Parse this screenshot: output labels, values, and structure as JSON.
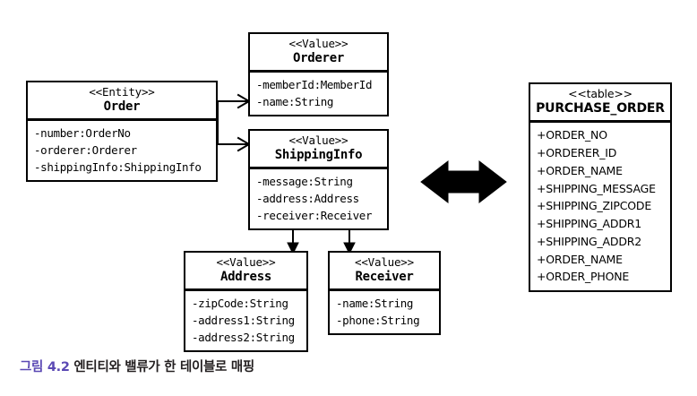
{
  "figure": {
    "caption_number": "그림 4.2",
    "caption_text": "엔티티와 밸류가 한 테이블로 매핑",
    "caption_number_color": "#5b49b4",
    "caption_text_color": "#231f20"
  },
  "diagram": {
    "type": "uml-class-diagram",
    "background": "#ffffff",
    "line_color": "#000000",
    "boxes": {
      "order": {
        "stereotype": "<<Entity>>",
        "name": "Order",
        "attributes": [
          "-number:OrderNo",
          "-orderer:Orderer",
          "-shippingInfo:ShippingInfo"
        ]
      },
      "orderer": {
        "stereotype": "<<Value>>",
        "name": "Orderer",
        "attributes": [
          "-memberId:MemberId",
          "-name:String"
        ]
      },
      "shipping_info": {
        "stereotype": "<<Value>>",
        "name": "ShippingInfo",
        "attributes": [
          "-message:String",
          "-address:Address",
          "-receiver:Receiver"
        ]
      },
      "address": {
        "stereotype": "<<Value>>",
        "name": "Address",
        "attributes": [
          "-zipCode:String",
          "-address1:String",
          "-address2:String"
        ]
      },
      "receiver": {
        "stereotype": "<<Value>>",
        "name": "Receiver",
        "attributes": [
          "-name:String",
          "-phone:String"
        ]
      },
      "purchase_order": {
        "stereotype": "<<table>>",
        "name": "PURCHASE_ORDER",
        "attributes": [
          "+ORDER_NO",
          "+ORDERER_ID",
          "+ORDER_NAME",
          "+SHIPPING_MESSAGE",
          "+SHIPPING_ZIPCODE",
          "+SHIPPING_ADDR1",
          "+SHIPPING_ADDR2",
          "+ORDER_NAME",
          "+ORDER_PHONE"
        ]
      }
    },
    "connectors": [
      {
        "name": "order-to-orderer",
        "from": "order",
        "to": "orderer",
        "style": "open-arrow"
      },
      {
        "name": "order-to-shipping-info",
        "from": "order",
        "to": "shipping_info",
        "style": "open-arrow"
      },
      {
        "name": "shipping-info-to-address",
        "from": "shipping_info",
        "to": "address",
        "style": "solid-arrow"
      },
      {
        "name": "shipping-info-to-receiver",
        "from": "shipping_info",
        "to": "receiver",
        "style": "solid-arrow"
      },
      {
        "name": "model-to-table-mapping",
        "from": "object-model",
        "to": "purchase_order",
        "style": "double-headed-block-arrow"
      }
    ]
  }
}
